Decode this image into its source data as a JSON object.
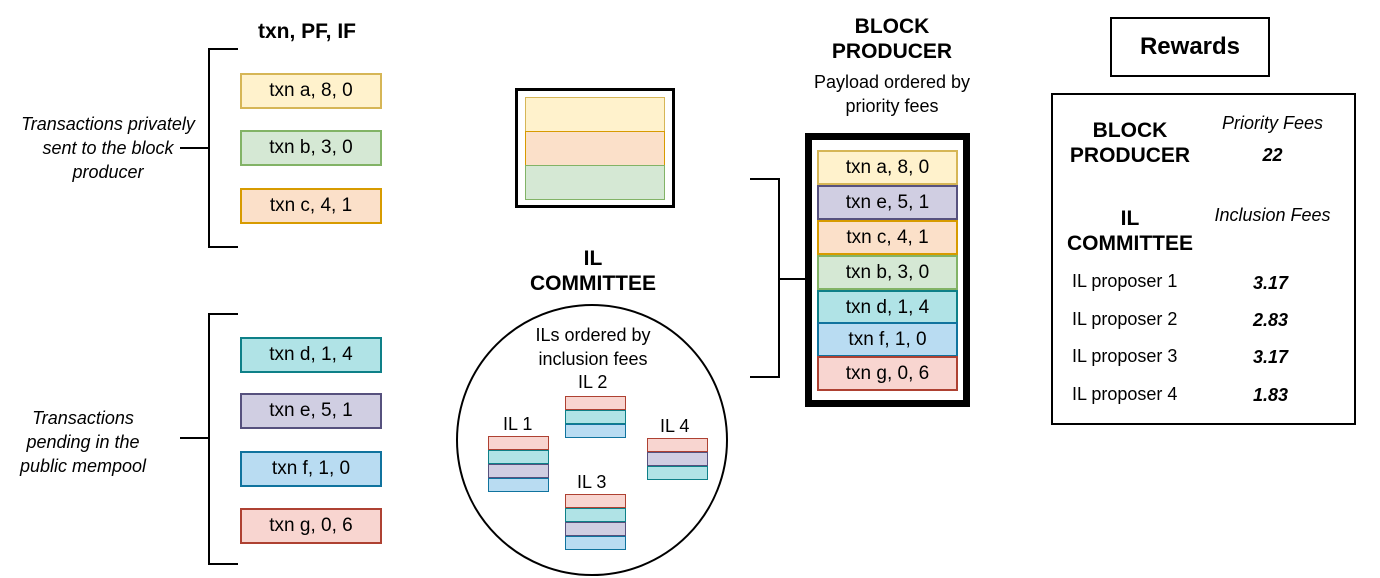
{
  "colors": {
    "yellow": {
      "fill": "#fff2cc",
      "border": "#d6b656"
    },
    "orange": {
      "fill": "#fbe0c9",
      "border": "#d79b00"
    },
    "green": {
      "fill": "#d5e8d4",
      "border": "#82b366"
    },
    "teal": {
      "fill": "#b0e3e6",
      "border": "#0e8088"
    },
    "purple": {
      "fill": "#d0cee2",
      "border": "#56517e"
    },
    "blue": {
      "fill": "#b9dcf2",
      "border": "#10739e"
    },
    "red": {
      "fill": "#f8d5d0",
      "border": "#ae4132"
    }
  },
  "left": {
    "header": "txn, PF, IF",
    "private_label": "Transactions privately sent to the block producer",
    "public_label": "Transactions pending in the public mempool",
    "private_txns": [
      "txn a, 8, 0",
      "txn b, 3, 0",
      "txn c, 4, 1"
    ],
    "public_txns": [
      "txn d, 1, 4",
      "txn e, 5, 1",
      "txn f, 1, 0",
      "txn g, 0, 6"
    ]
  },
  "committee": {
    "title_line1": "IL",
    "title_line2": "COMMITTEE",
    "circle_label": "ILs ordered by inclusion fees",
    "il_labels": [
      "IL 1",
      "IL 2",
      "IL 3",
      "IL 4"
    ]
  },
  "block_producer": {
    "title_line1": "BLOCK",
    "title_line2": "PRODUCER",
    "subtitle": "Payload ordered by priority fees",
    "payload": [
      "txn a, 8, 0",
      "txn e, 5, 1",
      "txn c, 4, 1",
      "txn b, 3, 0",
      "txn d, 1, 4",
      "txn f, 1, 0",
      "txn g, 0, 6"
    ]
  },
  "rewards": {
    "title": "Rewards",
    "bp_line1": "BLOCK",
    "bp_line2": "PRODUCER",
    "priority_fees_label": "Priority Fees",
    "priority_fees_value": "22",
    "il_line1": "IL",
    "il_line2": "COMMITTEE",
    "inclusion_fees_label": "Inclusion Fees",
    "proposers": [
      {
        "name": "IL proposer 1",
        "value": "3.17"
      },
      {
        "name": "IL proposer 2",
        "value": "2.83"
      },
      {
        "name": "IL proposer 3",
        "value": "3.17"
      },
      {
        "name": "IL proposer 4",
        "value": "1.83"
      }
    ]
  }
}
